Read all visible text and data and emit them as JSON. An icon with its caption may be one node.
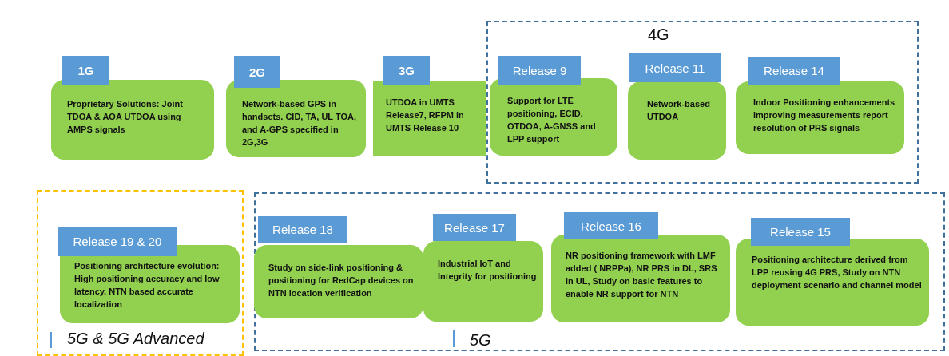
{
  "diagram": {
    "nodes": [
      {
        "text": [
          "1G",
          "Proprietary Solutions: Joint TDOA & AOA UTDOA using AMPS signals"
        ]
      },
      {
        "text": [
          "2G",
          "Network-based GPS in handsets. CID, TA, UL TOA, and A-GPS specified in 2G,3G"
        ]
      },
      {
        "text": [
          "3G",
          "UTDOA in UMTS Release7, RFPM in UMTS Release 10"
        ]
      },
      {
        "text": [
          "4G"
        ]
      },
      {
        "text": [
          "Release 9",
          "Support for LTE positioning, ECID, OTDOA, A-GNSS and LPP support"
        ],
        "in": 3
      },
      {
        "text": [
          "Release 11",
          "Network-based UTDOA"
        ],
        "in": 3
      },
      {
        "text": [
          "Release 14",
          "Indoor Positioning enhancements improving measurements report resolution of PRS signals"
        ],
        "in": 3
      },
      {
        "text": [
          "5G & 5G Advanced"
        ]
      },
      {
        "text": [
          "Release 19 & 20",
          "Positioning architecture evolution: High positioning accuracy and low latency. NTN based accurate localization"
        ],
        "in": 7
      },
      {
        "text": [
          "5G"
        ]
      },
      {
        "text": [
          "Release 18",
          "Study on side-link positioning & positioning for RedCap devices on NTN location verification"
        ],
        "in": 9
      },
      {
        "text": [
          "Release 17",
          "Industrial IoT and Integrity for positioning"
        ],
        "in": 9
      },
      {
        "text": [
          "Release 16",
          "NR positioning framework with LMF added ( NRPPa), NR PRS in DL, SRS in UL, Study on basic features to enable NR support for NTN"
        ],
        "in": 9
      },
      {
        "text": [
          "Release 15",
          "Positioning architecture derived from LPP reusing 4G PRS, Study on NTN deployment scenario and channel model"
        ],
        "in": 9
      }
    ]
  }
}
